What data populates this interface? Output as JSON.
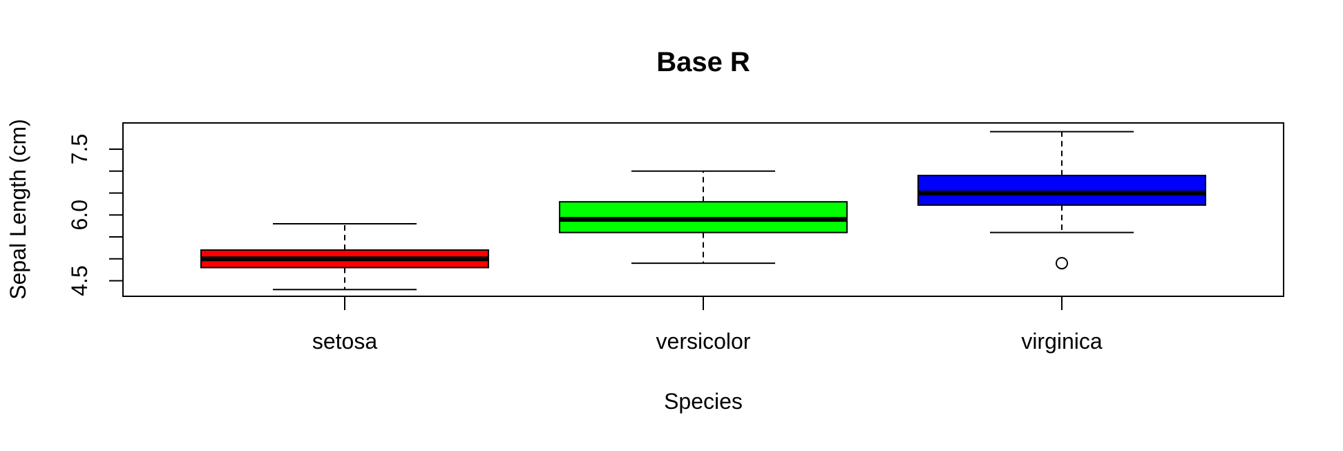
{
  "chart_data": {
    "type": "boxplot",
    "title": "Base R",
    "xlabel": "Species",
    "ylabel": "Sepal Length (cm)",
    "categories": [
      "setosa",
      "versicolor",
      "virginica"
    ],
    "colors": [
      "#ff0000",
      "#00ff00",
      "#0000ff"
    ],
    "ylim": [
      4.3,
      7.9
    ],
    "yticks": [
      4.5,
      5.0,
      5.5,
      6.0,
      6.5,
      7.0,
      7.5
    ],
    "ytick_labels": [
      "4.5",
      "",
      "",
      "6.0",
      "",
      "",
      "7.5"
    ],
    "boxes": [
      {
        "name": "setosa",
        "whisker_low": 4.3,
        "q1": 4.8,
        "median": 5.0,
        "q3": 5.2,
        "whisker_high": 5.8,
        "outliers": []
      },
      {
        "name": "versicolor",
        "whisker_low": 4.9,
        "q1": 5.6,
        "median": 5.9,
        "q3": 6.3,
        "whisker_high": 7.0,
        "outliers": []
      },
      {
        "name": "virginica",
        "whisker_low": 5.6,
        "q1": 6.225,
        "median": 6.5,
        "q3": 6.9,
        "whisker_high": 7.9,
        "outliers": [
          4.9
        ]
      }
    ],
    "grid": false,
    "legend": "none"
  }
}
